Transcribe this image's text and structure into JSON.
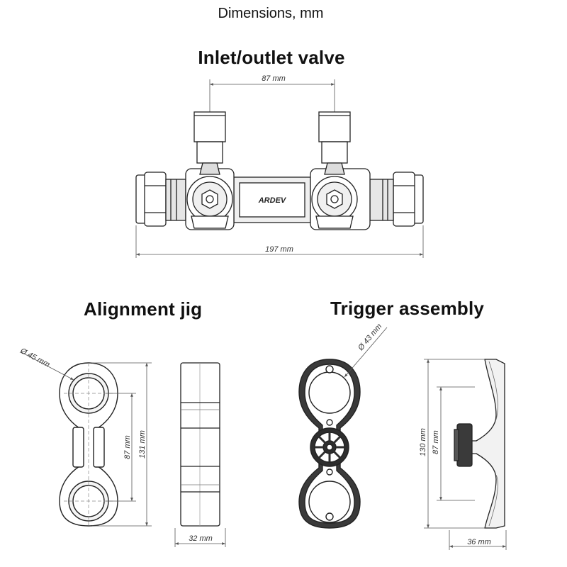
{
  "header": {
    "title": "Dimensions, mm"
  },
  "sections": {
    "valve": {
      "title": "Inlet/outlet valve",
      "dim_spacing": "87 mm",
      "dim_length": "197 mm",
      "brand_mark": "ARDEV"
    },
    "jig": {
      "title": "Alignment jig",
      "dim_diameter": "Ø 45 mm",
      "dim_spacing": "87 mm",
      "dim_height": "131 mm",
      "dim_width": "32 mm"
    },
    "trigger": {
      "title": "Trigger assembly",
      "dim_diameter": "Ø 43 mm",
      "dim_height": "130 mm",
      "dim_spacing": "87 mm",
      "dim_width": "36 mm"
    }
  },
  "colors": {
    "line": "#222222",
    "dimension": "#555555",
    "shade": "#cfcfcf"
  }
}
